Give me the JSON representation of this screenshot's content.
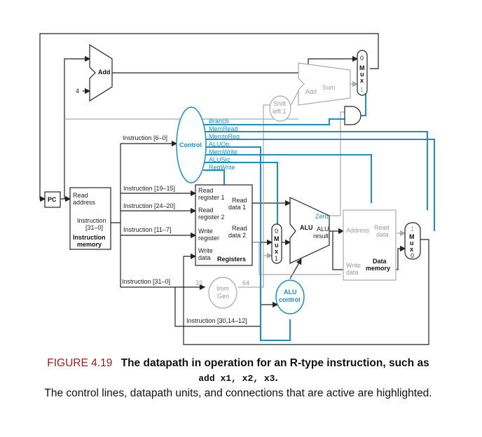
{
  "caption": {
    "figure_number": "FIGURE 4.19",
    "title_part1": "The datapath in operation for an R-type instruction, such as",
    "code": "add x1, x2, x3",
    "title_end": ".",
    "description": "The control lines, datapath units, and connections that are active are highlighted."
  },
  "diagram": {
    "pc": "PC",
    "add": "Add",
    "four": "4",
    "add_sum": {
      "add": "Add",
      "sum": "Sum"
    },
    "shift_left": [
      "Shift",
      "left 1"
    ],
    "control": "Control",
    "control_signals": [
      "Branch",
      "MemRead",
      "MemtoReg",
      "ALUOp",
      "MemWrite",
      "ALUSrc",
      "RegWrite"
    ],
    "instruction_fields": {
      "f6_0": "Instruction [6–0]",
      "f19_15": "Instruction [19–15]",
      "f24_20": "Instruction [24–20]",
      "f11_7": "Instruction [11–7]",
      "f31_0": "Instruction [31–0]",
      "f30_14_12": "Instruction [30,14–12]"
    },
    "instruction_memory": {
      "read_address": [
        "Read",
        "address"
      ],
      "instruction": [
        "Instruction",
        "[31–0]"
      ],
      "name": [
        "Instruction",
        "memory"
      ]
    },
    "registers": {
      "read_reg1": [
        "Read",
        "register 1"
      ],
      "read_reg2": [
        "Read",
        "register 2"
      ],
      "write_reg": [
        "Write",
        "register"
      ],
      "write_data": [
        "Write",
        "data"
      ],
      "read_data1": [
        "Read",
        "data 1"
      ],
      "read_data2": [
        "Read",
        "data 2"
      ],
      "name": "Registers"
    },
    "imm_gen": {
      "name": [
        "Imm",
        "Gen"
      ],
      "in_bits": "32",
      "out_bits": "64"
    },
    "alu": {
      "name": "ALU",
      "zero": "Zero",
      "result": [
        "ALU",
        "result"
      ]
    },
    "alu_control": [
      "ALU",
      "control"
    ],
    "data_memory": {
      "address": "Address",
      "read_data": [
        "Read",
        "data"
      ],
      "write_data": [
        "Write",
        "data"
      ],
      "name": [
        "Data",
        "memory"
      ]
    },
    "mux": {
      "letters": [
        "M",
        "u",
        "x"
      ],
      "zero": "0",
      "one": "1"
    }
  },
  "colors": {
    "active": "#1b8fc2",
    "inactive": "#a9a9a9",
    "wire": "#222222",
    "caption_number": "#9b1b1b"
  }
}
